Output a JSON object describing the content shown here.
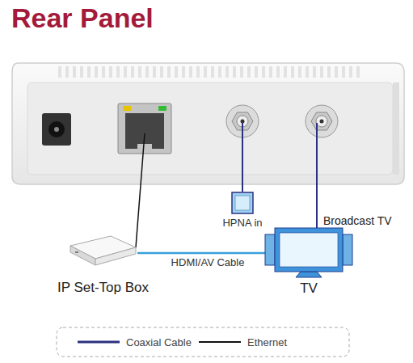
{
  "diagram": {
    "title": "Rear Panel",
    "nodes": [
      {
        "text": [
          "HPNA in"
        ]
      },
      {
        "text": [
          "IP Set-Top Box"
        ]
      },
      {
        "text": [
          "TV"
        ]
      }
    ],
    "edges": [
      {
        "from": 1,
        "to": 2,
        "label": "HDMI/AV Cable",
        "arrow": "none"
      }
    ],
    "labels": [
      "Broadcast TV"
    ],
    "legend": [
      {
        "text": "Coaxial Cable"
      },
      {
        "text": "Ethernet"
      }
    ]
  }
}
